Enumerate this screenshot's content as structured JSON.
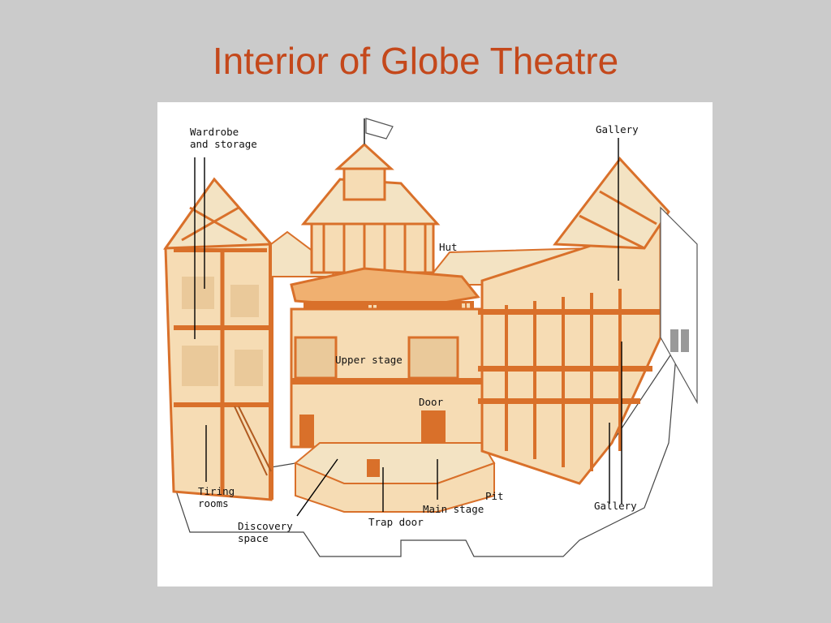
{
  "slide": {
    "title": "Interior of Globe Theatre"
  },
  "diagram": {
    "labels": {
      "wardrobe_1": "Wardrobe",
      "wardrobe_2": "and storage",
      "gallery_top": "Gallery",
      "hut": "Hut",
      "upper_stage": "Upper stage",
      "door": "Door",
      "tiring_1": "Tiring",
      "tiring_2": "rooms",
      "discovery_1": "Discovery",
      "discovery_2": "space",
      "trap_door": "Trap door",
      "main_stage": "Main stage",
      "pit": "Pit",
      "gallery_bottom": "Gallery"
    }
  },
  "colors": {
    "background": "#cbcbcb",
    "title": "#c4481b",
    "timber": "#d9702a",
    "infill": "#f6dcb4",
    "shadow": "#eac99a",
    "roof": "#f3e3c3"
  }
}
